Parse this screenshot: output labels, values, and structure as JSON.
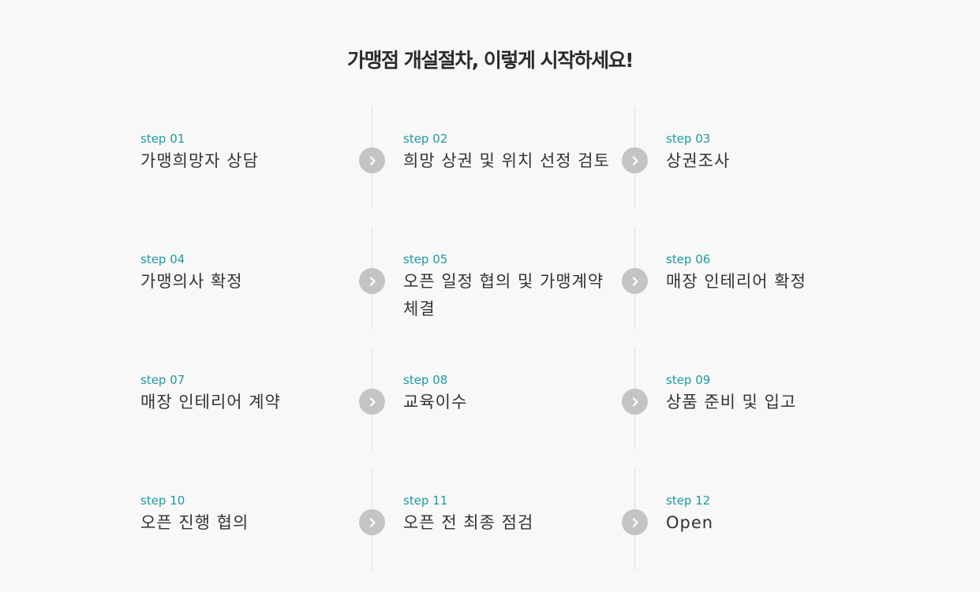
{
  "title": "가맹점 개설절차, 이렇게 시작하세요!",
  "arrow_icon": "chevron-right-icon",
  "colors": {
    "step_number": "#1e9aa2",
    "arrow_circle": "#c4c4c4",
    "divider": "#dedede",
    "background": "#f8f8f8"
  },
  "steps": [
    {
      "number": "step 01",
      "title": "가맹희망자 상담"
    },
    {
      "number": "step 02",
      "title": "희망 상권 및 위치 선정 검토"
    },
    {
      "number": "step 03",
      "title": "상권조사"
    },
    {
      "number": "step 04",
      "title": "가맹의사 확정"
    },
    {
      "number": "step 05",
      "title": "오픈 일정 협의 및 가맹계약 체결"
    },
    {
      "number": "step 06",
      "title": "매장 인테리어 확정"
    },
    {
      "number": "step 07",
      "title": "매장 인테리어 계약"
    },
    {
      "number": "step 08",
      "title": "교육이수"
    },
    {
      "number": "step 09",
      "title": "상품 준비 및 입고"
    },
    {
      "number": "step 10",
      "title": "오픈 진행 협의"
    },
    {
      "number": "step 11",
      "title": "오픈 전 최종 점검"
    },
    {
      "number": "step 12",
      "title": "Open"
    }
  ]
}
